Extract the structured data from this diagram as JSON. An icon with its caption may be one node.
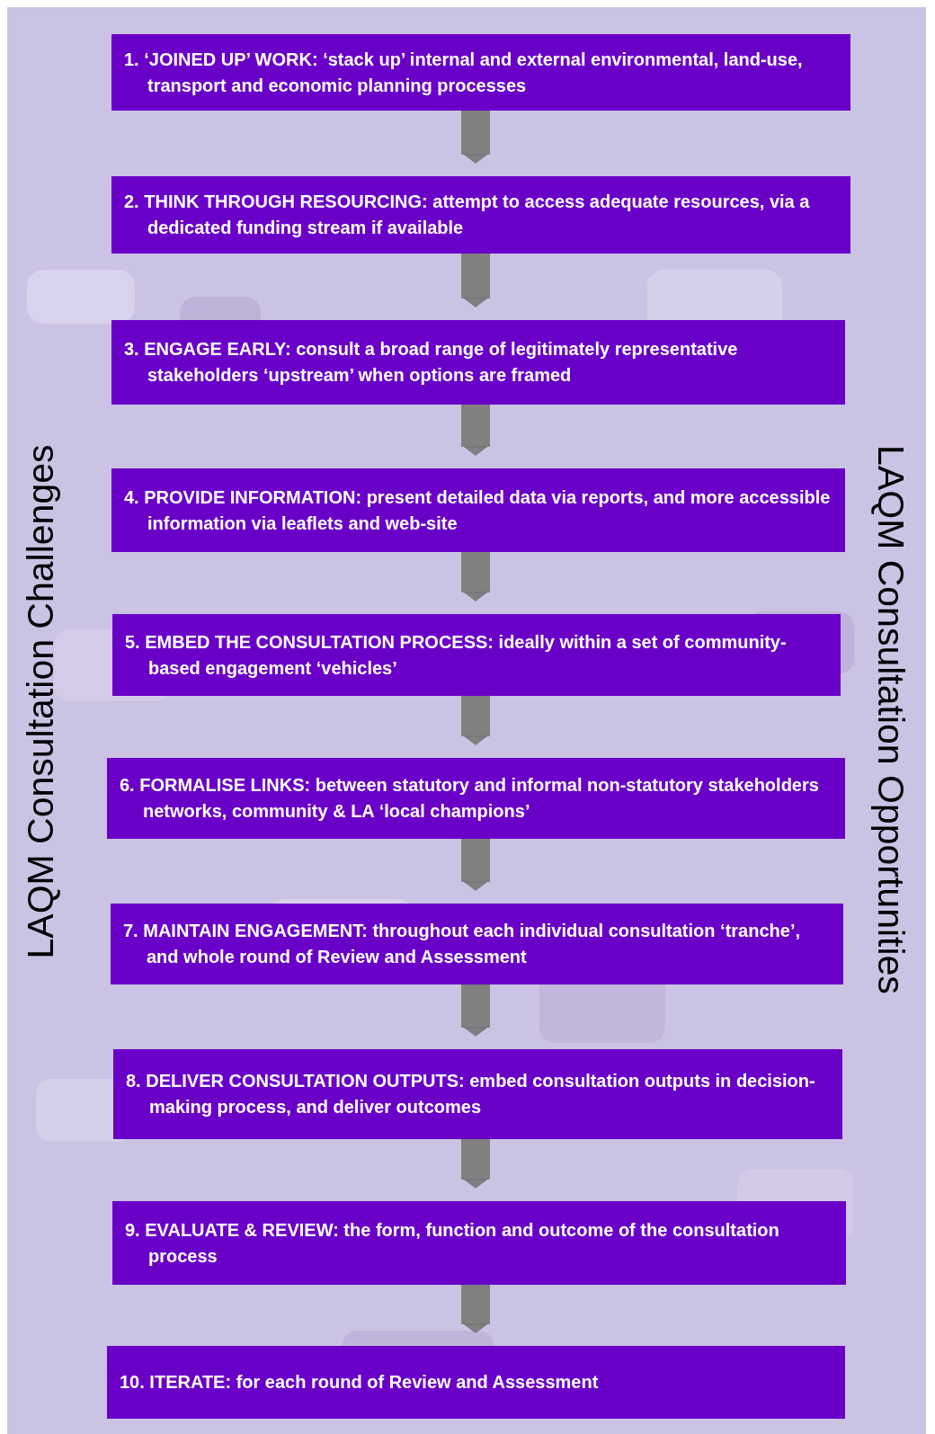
{
  "diagram": {
    "nodes": [
      {
        "text": [
          "1. ‘JOINED UP’ WORK: ‘stack up’ internal and external environmental, land-use, transport and economic planning processes"
        ]
      },
      {
        "text": [
          "2. THINK THROUGH RESOURCING: attempt to access adequate resources, via a dedicated funding stream if available"
        ]
      },
      {
        "text": [
          "3. ENGAGE EARLY: consult a broad range of legitimately representative stakeholders ‘upstream’ when options are framed"
        ]
      },
      {
        "text": [
          "4. PROVIDE INFORMATION: present detailed data via reports, and more accessible information via leaflets and web-site"
        ]
      },
      {
        "text": [
          "5. EMBED THE CONSULTATION PROCESS: ideally within a set of community-based engagement ‘vehicles’"
        ]
      },
      {
        "text": [
          "6. FORMALISE LINKS: between statutory and informal non-statutory stakeholders networks, community & LA ‘local champions’"
        ]
      },
      {
        "text": [
          "7. MAINTAIN ENGAGEMENT: throughout each individual consultation ‘tranche’, and whole round of Review and Assessment"
        ]
      },
      {
        "text": [
          "8. DELIVER CONSULTATION OUTPUTS: embed consultation outputs in decision-making process, and deliver outcomes"
        ]
      },
      {
        "text": [
          "9. EVALUATE & REVIEW: the form, function and outcome of the consultation process"
        ]
      },
      {
        "text": [
          "10. ITERATE: for each round of Review and Assessment"
        ]
      }
    ],
    "edges": [
      {
        "from": 0,
        "to": 1,
        "arrow": "to"
      },
      {
        "from": 1,
        "to": 2,
        "arrow": "to"
      },
      {
        "from": 2,
        "to": 3,
        "arrow": "to"
      },
      {
        "from": 3,
        "to": 4,
        "arrow": "to"
      },
      {
        "from": 4,
        "to": 5,
        "arrow": "to"
      },
      {
        "from": 5,
        "to": 6,
        "arrow": "to"
      },
      {
        "from": 6,
        "to": 7,
        "arrow": "to"
      },
      {
        "from": 7,
        "to": 8,
        "arrow": "to"
      },
      {
        "from": 8,
        "to": 9,
        "arrow": "to"
      }
    ],
    "labels": [
      "LAQM Consultation Challenges",
      "LAQM Consultation Opportunities"
    ]
  }
}
